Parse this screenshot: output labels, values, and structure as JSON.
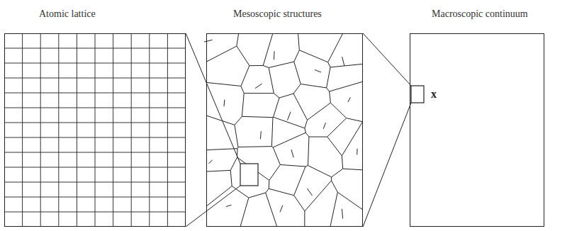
{
  "diagram": {
    "nodes": [
      {
        "text": [
          "Atomic lattice"
        ]
      },
      {
        "text": [
          "Mesoscopic structures"
        ]
      },
      {
        "text": [
          "Macroscopic continuum"
        ]
      }
    ],
    "edges": [
      {
        "from": 1,
        "to": 0,
        "arrow": "none"
      },
      {
        "from": 2,
        "to": 1,
        "arrow": "none"
      }
    ],
    "labels": [
      "x"
    ]
  }
}
